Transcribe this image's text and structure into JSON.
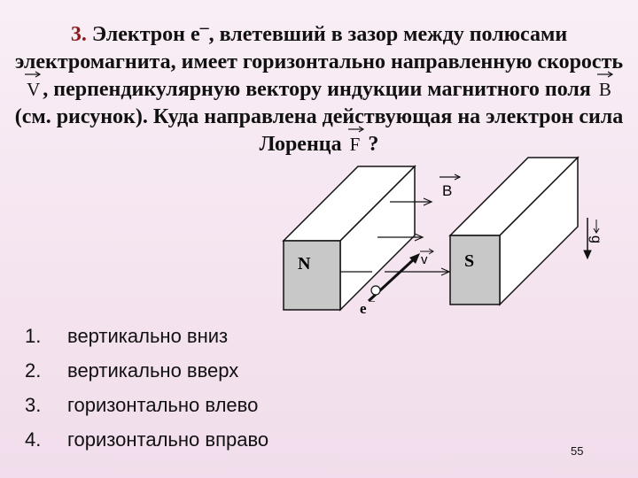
{
  "question": {
    "number": "3.",
    "part1": " Электрон е",
    "sup": "–",
    "part2": ", влетевший в зазор между полюсами электромагнита, имеет горизонтально направленную скорость ",
    "v_symbol": "V",
    "part3": ", перпендикулярную вектору индукции магнитного поля ",
    "b_symbol": "B",
    "part4": " (см. рисунок). Куда направлена действующая на электрон сила Лоренца ",
    "f_symbol": "F",
    "part5": " ?"
  },
  "diagram": {
    "pole_n": "N",
    "pole_s": "S",
    "label_b": "B",
    "label_v": "v",
    "label_g": "g",
    "label_e": "e",
    "label_e_sup": "–"
  },
  "answers": [
    {
      "num": "1.",
      "text": "вертикально вниз"
    },
    {
      "num": "2.",
      "text": "вертикально вверх"
    },
    {
      "num": "3.",
      "text": " горизонтально влево"
    },
    {
      "num": "4.",
      "text": " горизонтально вправо"
    }
  ],
  "page_number": "55"
}
